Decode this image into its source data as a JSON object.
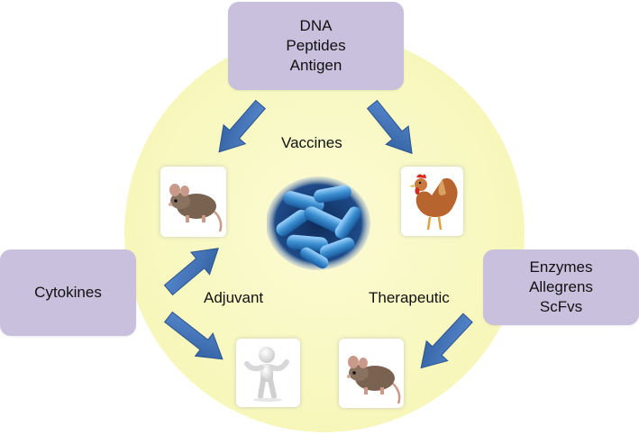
{
  "boxes": {
    "top": [
      "DNA",
      "Peptides",
      "Antigen"
    ],
    "left": [
      "Cytokines"
    ],
    "right": [
      "Enzymes",
      "Allegrens",
      "ScFvs"
    ]
  },
  "labels": {
    "vaccines": "Vaccines",
    "adjuvant": "Adjuvant",
    "therapeutic": "Therapeutic"
  },
  "images": {
    "center": "bacteria-micrograph",
    "top_left": "mouse",
    "top_right": "chicken",
    "bottom_left": "human-figure",
    "bottom_right": "mouse"
  },
  "colors": {
    "circle": "#f7f7bb",
    "box": "#c9c0dd",
    "arrow": "#3f6fb3",
    "bacteria": "#3b8fd1"
  }
}
